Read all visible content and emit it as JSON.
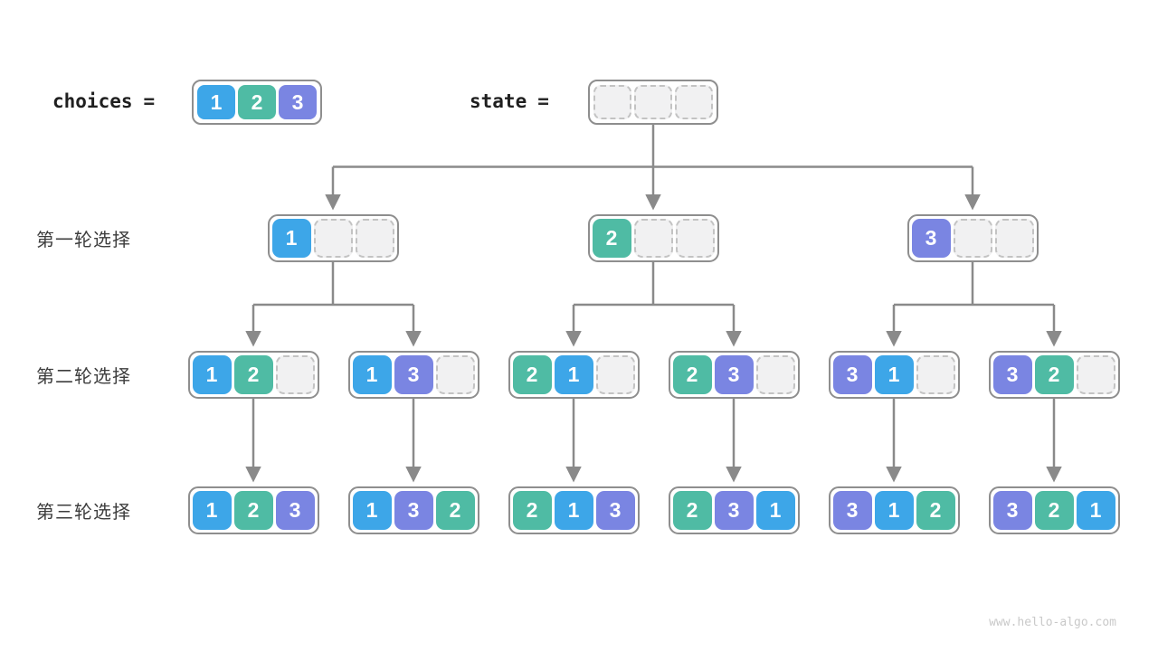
{
  "page": {
    "background": "#ffffff",
    "watermark": "www.hello-algo.com"
  },
  "palette": {
    "value_1": "#3da6e8",
    "value_2": "#4fbba4",
    "value_3": "#7a85e2",
    "empty_bg": "#f1f1f2",
    "empty_border": "#c3c3c3",
    "node_border": "#8e8e8e",
    "arrow": "#8a8a8a",
    "label_text": "#3d3d3d"
  },
  "header": {
    "choices": {
      "label": "choices",
      "equals": "=",
      "cells": [
        1,
        2,
        3
      ]
    },
    "state": {
      "label": "state",
      "equals": "=",
      "cells": [
        null,
        null,
        null
      ]
    }
  },
  "rows": [
    {
      "label": "第一轮选择",
      "nodes": [
        [
          1,
          null,
          null
        ],
        [
          2,
          null,
          null
        ],
        [
          3,
          null,
          null
        ]
      ]
    },
    {
      "label": "第二轮选择",
      "nodes": [
        [
          1,
          2,
          null
        ],
        [
          1,
          3,
          null
        ],
        [
          2,
          1,
          null
        ],
        [
          2,
          3,
          null
        ],
        [
          3,
          1,
          null
        ],
        [
          3,
          2,
          null
        ]
      ]
    },
    {
      "label": "第三轮选择",
      "nodes": [
        [
          1,
          2,
          3
        ],
        [
          1,
          3,
          2
        ],
        [
          2,
          1,
          3
        ],
        [
          2,
          3,
          1
        ],
        [
          3,
          1,
          2
        ],
        [
          3,
          2,
          1
        ]
      ]
    }
  ]
}
